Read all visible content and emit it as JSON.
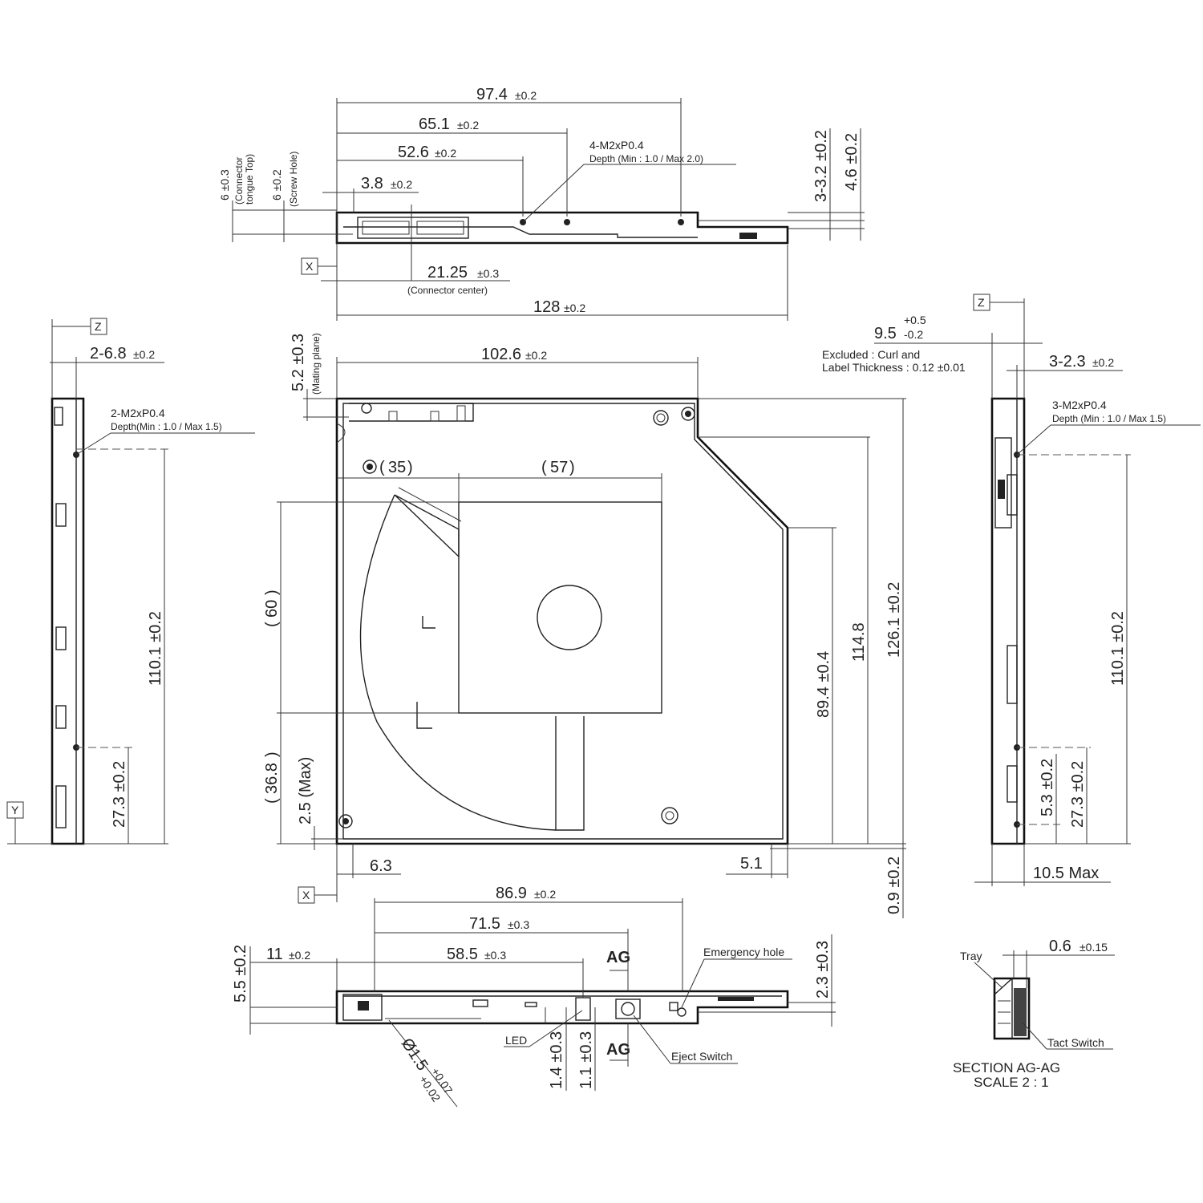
{
  "top_view": {
    "dims": {
      "d97_4": "97.4",
      "t97_4": "±0.2",
      "d65_1": "65.1",
      "t65_1": "±0.2",
      "d52_6": "52.6",
      "t52_6": "±0.2",
      "d3_8": "3.8",
      "t3_8": "±0.2",
      "d21_25": "21.25",
      "t21_25": "±0.3",
      "connector_center": "(Connector center)",
      "d128": "128",
      "t128": "±0.2",
      "d6a": "6 ±0.3",
      "conn_tongue_1": "(Connector",
      "conn_tongue_2": "tongue Top)",
      "d6b": "6 ±0.2",
      "screw_hole": "(Screw Hole)",
      "d3_3_2": "3-3.2 ±0.2",
      "d4_6": "4.6 ±0.2"
    },
    "screw_note": "4-M2xP0.4",
    "screw_depth": "Depth (Min : 1.0 / Max 2.0)"
  },
  "datums": {
    "x": "X",
    "y": "Y",
    "z": "Z"
  },
  "left_view": {
    "d2_6_8": "2-6.8",
    "t2_6_8": "±0.2",
    "screw_note": "2-M2xP0.4",
    "screw_depth": "Depth(Min : 1.0 / Max 1.5)",
    "d110_1": "110.1 ±0.2",
    "d27_3": "27.3 ±0.2"
  },
  "main_view": {
    "d102_6": "102.6",
    "t102_6": "±0.2",
    "d5_2": "5.2 ±0.3",
    "mating_plane": "(Mating plane)",
    "d35": "35",
    "d57": "57",
    "d60": "60",
    "d36_8": "36.8",
    "d2_5": "2.5 (Max)",
    "d89_4": "89.4 ±0.4",
    "d114_8": "114.8",
    "d126_1": "126.1 ±0.2",
    "d6_3": "6.3",
    "d5_1": "5.1",
    "d0_9": "0.9 ±0.2"
  },
  "right_view": {
    "d9_5": "9.5",
    "tol_plus": "+0.5",
    "tol_minus": "-0.2",
    "note_1": "Excluded : Curl and",
    "note_2": "Label Thickness : 0.12 ±0.01",
    "d3_2_3": "3-2.3",
    "t3_2_3": "±0.2",
    "screw_note": "3-M2xP0.4",
    "screw_depth": "Depth (Min : 1.0 / Max 1.5)",
    "d110_1": "110.1 ±0.2",
    "d5_3": "5.3 ±0.2",
    "d27_3": "27.3 ±0.2",
    "d10_5": "10.5 Max"
  },
  "bottom_view": {
    "d86_9": "86.9",
    "t86_9": "±0.2",
    "d71_5": "71.5",
    "t71_5": "±0.3",
    "d58_5": "58.5",
    "t58_5": "±0.3",
    "d11": "11",
    "t11": "±0.2",
    "d5_5": "5.5 ±0.2",
    "d2_3": "2.3 ±0.3",
    "ag": "AG",
    "emergency_hole": "Emergency hole",
    "led": "LED",
    "eject_switch": "Eject Switch",
    "d1_4": "1.4 ±0.3",
    "d1_1": "1.1 ±0.3",
    "d1_5": "Ø1.5",
    "t1_5_plus": "+0.07",
    "t1_5_minus": "+0.02"
  },
  "section": {
    "d0_6": "0.6",
    "t0_6": "±0.15",
    "tray": "Tray",
    "tact_switch": "Tact Switch",
    "title": "SECTION AG-AG",
    "scale": "SCALE 2 : 1"
  }
}
